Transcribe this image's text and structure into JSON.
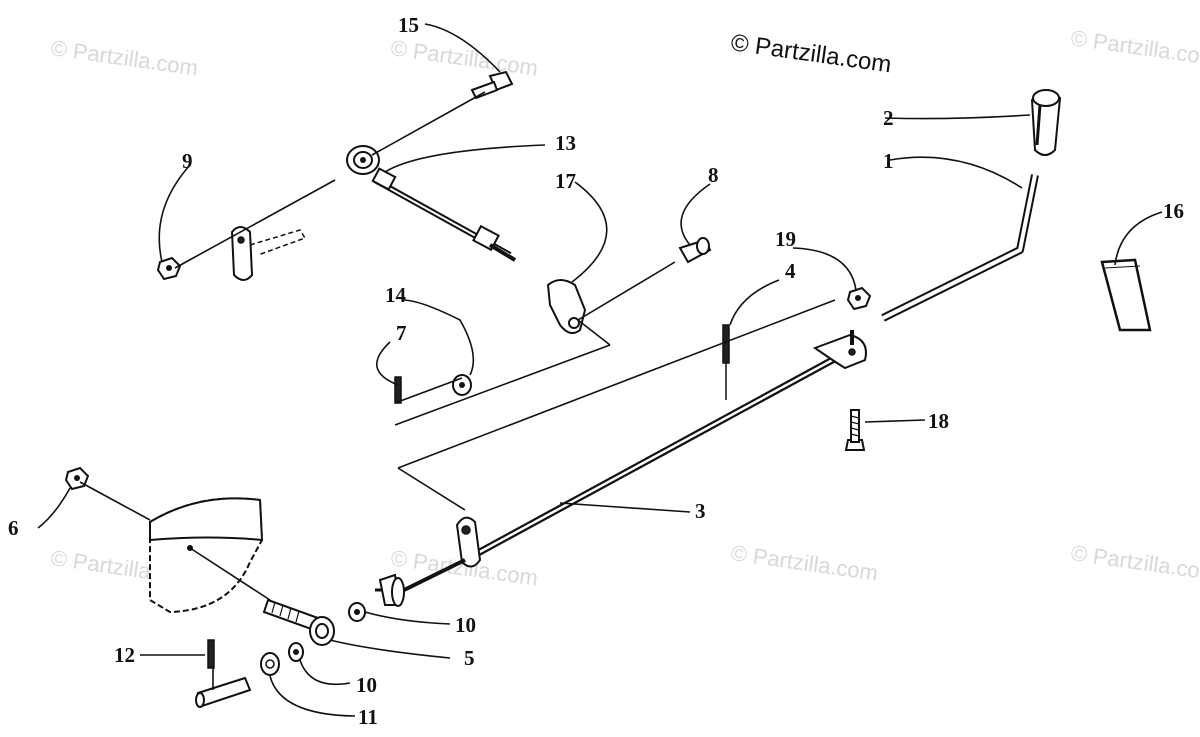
{
  "copyright": "© Partzilla.com",
  "watermark": "© Partzilla.com",
  "callouts": {
    "c1": "1",
    "c2": "2",
    "c3": "3",
    "c4": "4",
    "c5": "5",
    "c6": "6",
    "c7": "7",
    "c8": "8",
    "c9": "9",
    "c10a": "10",
    "c10b": "10",
    "c11": "11",
    "c12": "12",
    "c13": "13",
    "c14": "14",
    "c15": "15",
    "c16": "16",
    "c17": "17",
    "c18": "18",
    "c19": "19"
  },
  "colors": {
    "ink": "#111111",
    "watermark": "#d8d8d8",
    "background": "#ffffff"
  }
}
